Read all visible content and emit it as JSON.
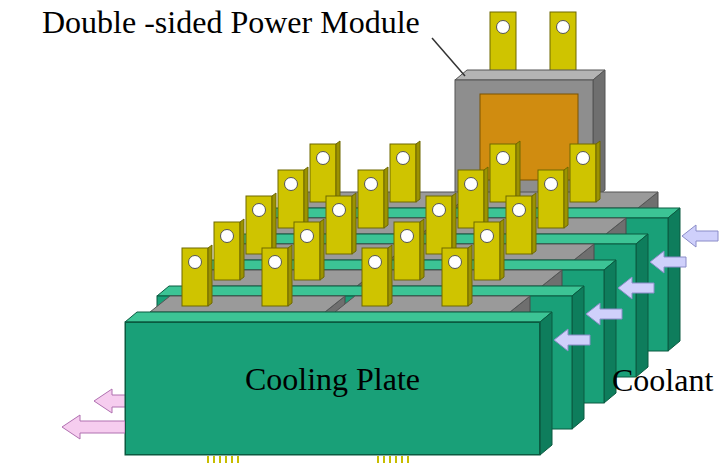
{
  "diagram": {
    "nodes": [
      {
        "text": [
          "Cooling Plate"
        ]
      }
    ],
    "labels": [
      "Double -sided Power Module",
      "Coolant"
    ]
  }
}
